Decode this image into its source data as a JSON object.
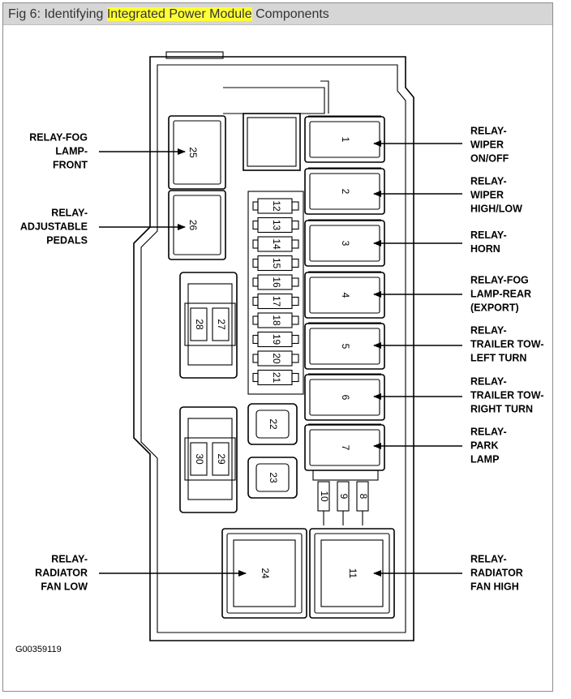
{
  "caption": {
    "prefix": "Fig 6: Identifying ",
    "highlight": "Integrated Power Module",
    "suffix": " Components",
    "highlight_color": "#ffff33"
  },
  "figure_code": "G00359119",
  "relays": [
    {
      "id": "1",
      "label": [
        "RELAY-",
        "WIPER",
        "ON/OFF"
      ]
    },
    {
      "id": "2",
      "label": [
        "RELAY-",
        "WIPER",
        "HIGH/LOW"
      ]
    },
    {
      "id": "3",
      "label": [
        "RELAY-",
        "HORN"
      ]
    },
    {
      "id": "4",
      "label": [
        "RELAY-FOG",
        "LAMP-REAR",
        "(EXPORT)"
      ]
    },
    {
      "id": "5",
      "label": [
        "RELAY-",
        "TRAILER TOW-",
        "LEFT TURN"
      ]
    },
    {
      "id": "6",
      "label": [
        "RELAY-",
        "TRAILER TOW-",
        "RIGHT TURN"
      ]
    },
    {
      "id": "7",
      "label": [
        "RELAY-",
        "PARK",
        "LAMP"
      ]
    },
    {
      "id": "11",
      "label": [
        "RELAY-",
        "RADIATOR",
        "FAN HIGH"
      ]
    },
    {
      "id": "24",
      "label": [
        "RELAY-",
        "RADIATOR",
        "FAN LOW"
      ]
    },
    {
      "id": "25",
      "label": [
        "RELAY-FOG",
        "LAMP-",
        "FRONT"
      ]
    },
    {
      "id": "26",
      "label": [
        "RELAY-",
        "ADJUSTABLE",
        "PEDALS"
      ]
    }
  ],
  "mini_fuses": [
    "12",
    "13",
    "14",
    "15",
    "16",
    "17",
    "18",
    "19",
    "20",
    "21"
  ],
  "cartridge_fuses": [
    "22",
    "23"
  ],
  "bottom_fuses": [
    "10",
    "9",
    "8"
  ],
  "jcase_pairs": [
    [
      "28",
      "27"
    ],
    [
      "30",
      "29"
    ]
  ]
}
